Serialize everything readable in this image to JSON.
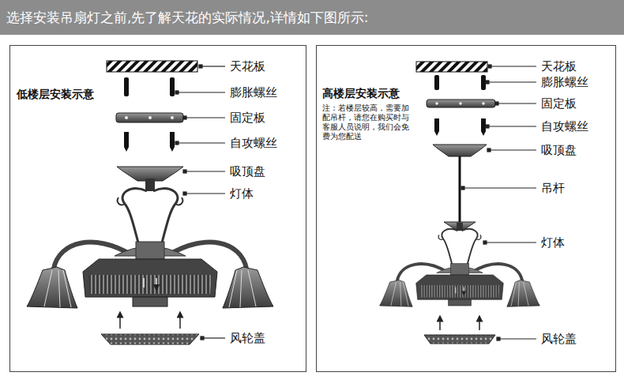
{
  "diagram": {
    "title": "选择安装吊扇灯之前,先了解天花的实际情况,详情如下图所示:",
    "nodes": [
      {
        "text": [
          "低楼层安装示意"
        ]
      },
      {
        "text": [
          "高楼层安装示意",
          "注：若楼层较高，需要加配吊杆，请您在购买时与客服人员说明，我们会免费为您配送"
        ]
      }
    ],
    "labels": [
      "天花板",
      "膨胀螺丝",
      "固定板",
      "自攻螺丝",
      "吸顶盘",
      "灯体",
      "风轮盖",
      "天花板",
      "膨胀螺丝",
      "固定板",
      "自攻螺丝",
      "吸顶盘",
      "吊杆",
      "灯体",
      "风轮盖"
    ]
  }
}
